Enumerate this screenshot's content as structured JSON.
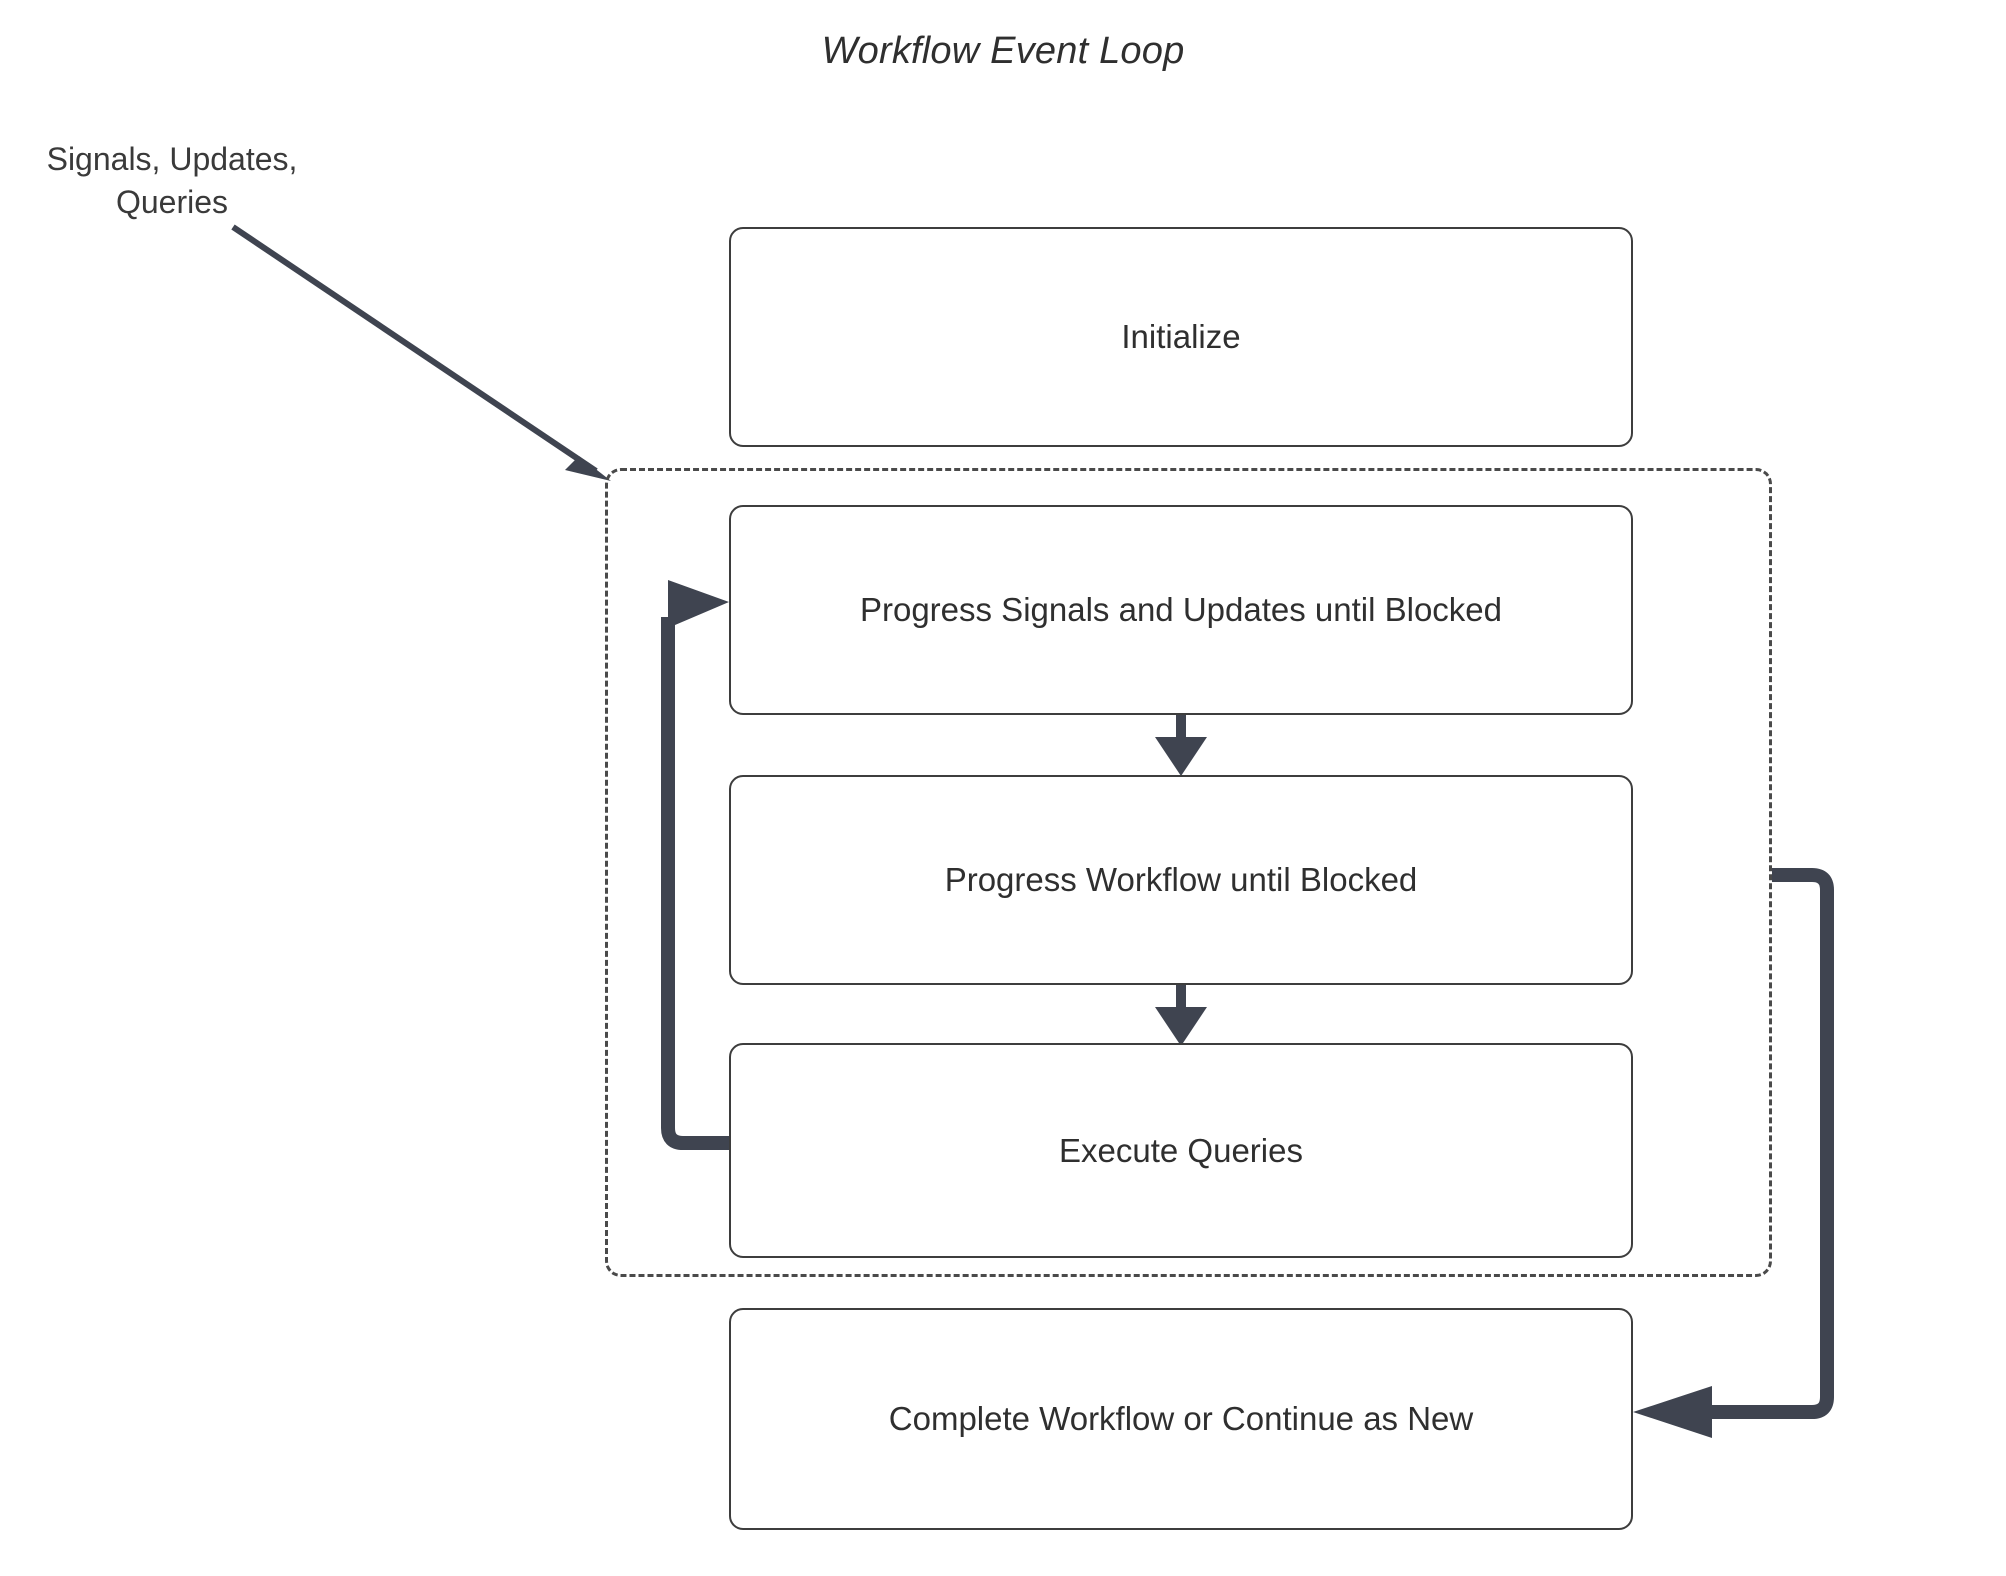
{
  "diagram": {
    "title": "Workflow Event Loop",
    "type": "flowchart",
    "background_color": "#ffffff",
    "node_border_color": "#3d3d3d",
    "node_fill_color": "#ffffff",
    "text_color": "#2f2f2f",
    "arrow_color": "#3f4450",
    "dashed_border_color": "#4a4a4a"
  },
  "external_input": {
    "label": "Signals, Updates,\nQueries",
    "line1": "Signals, Updates,",
    "line2": "Queries"
  },
  "nodes": [
    {
      "id": "initialize",
      "label": "Initialize"
    },
    {
      "id": "progress_signals",
      "label": "Progress Signals and Updates until Blocked"
    },
    {
      "id": "progress_workflow",
      "label": "Progress Workflow until Blocked"
    },
    {
      "id": "execute_queries",
      "label": "Execute Queries"
    },
    {
      "id": "complete",
      "label": "Complete Workflow or Continue as New"
    }
  ],
  "loop_group": {
    "style": "dashed",
    "contains": [
      "progress_signals",
      "progress_workflow",
      "execute_queries"
    ]
  },
  "edges": [
    {
      "from": "external_input",
      "to": "loop_group",
      "style": "solid-diagonal-arrow"
    },
    {
      "from": "progress_signals",
      "to": "progress_workflow",
      "style": "solid-down-arrow"
    },
    {
      "from": "progress_workflow",
      "to": "execute_queries",
      "style": "solid-down-arrow"
    },
    {
      "from": "execute_queries",
      "to": "progress_signals",
      "style": "thick-loopback-arrow"
    },
    {
      "from": "loop_group",
      "to": "complete",
      "style": "thick-right-down-arrow"
    }
  ]
}
